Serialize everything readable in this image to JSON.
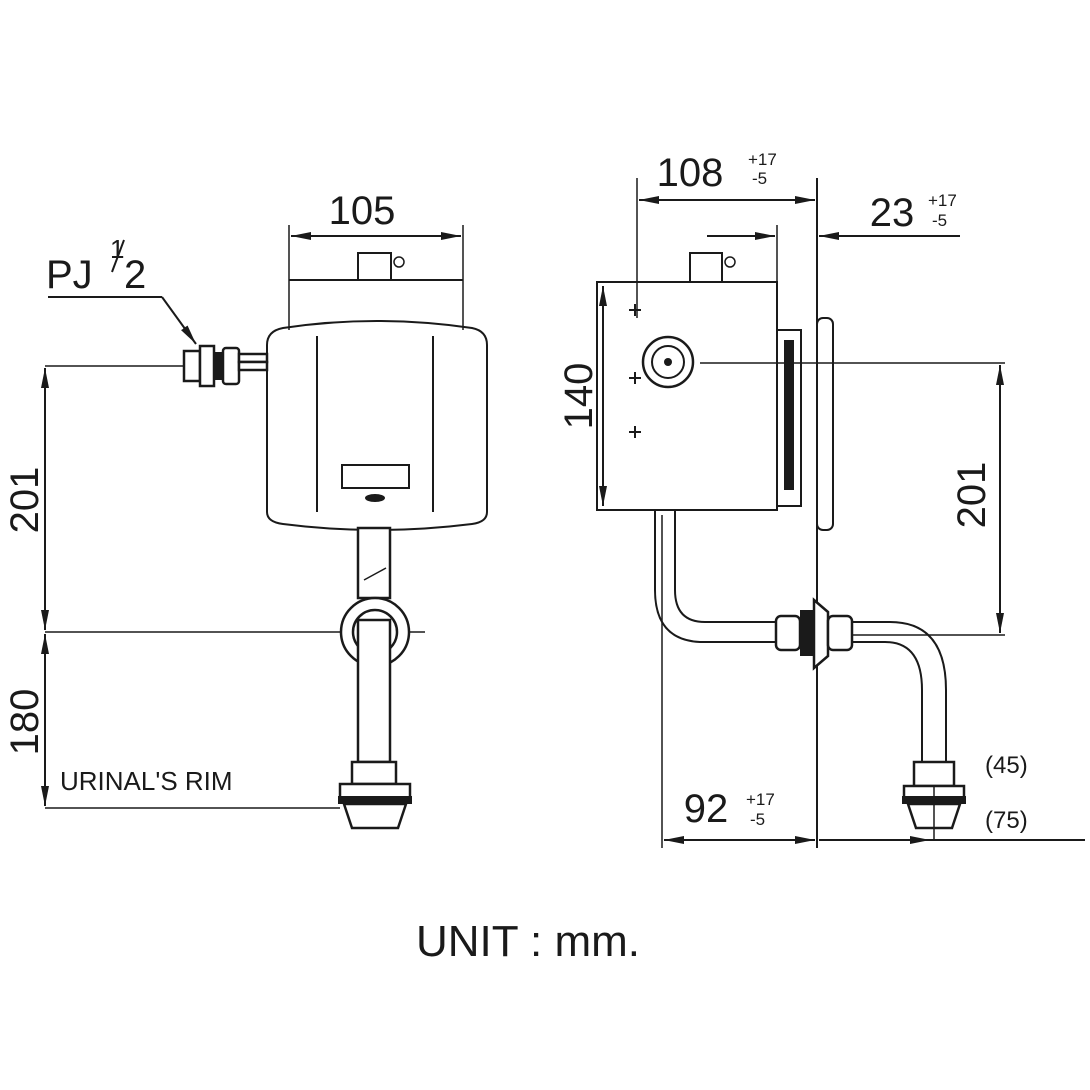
{
  "title": "Urinal flush valve dimension drawing",
  "unit_label": "UNIT : mm.",
  "front_view": {
    "width_dim": "105",
    "connector_label": "PJ",
    "connector_fraction_num": "1",
    "connector_fraction_den": "2",
    "height_dim": "201",
    "rim_dim": "180",
    "rim_label": "URINAL'S RIM"
  },
  "side_view": {
    "depth_dim": "108",
    "depth_tol_plus": "+17",
    "depth_tol_minus": "-5",
    "wall_dim": "23",
    "wall_tol_plus": "+17",
    "wall_tol_minus": "-5",
    "body_height_dim": "140",
    "height_dim": "201",
    "outlet_dim": "92",
    "outlet_tol_plus": "+17",
    "outlet_tol_minus": "-5",
    "spud_a": "(45)",
    "spud_b": "(75)"
  }
}
